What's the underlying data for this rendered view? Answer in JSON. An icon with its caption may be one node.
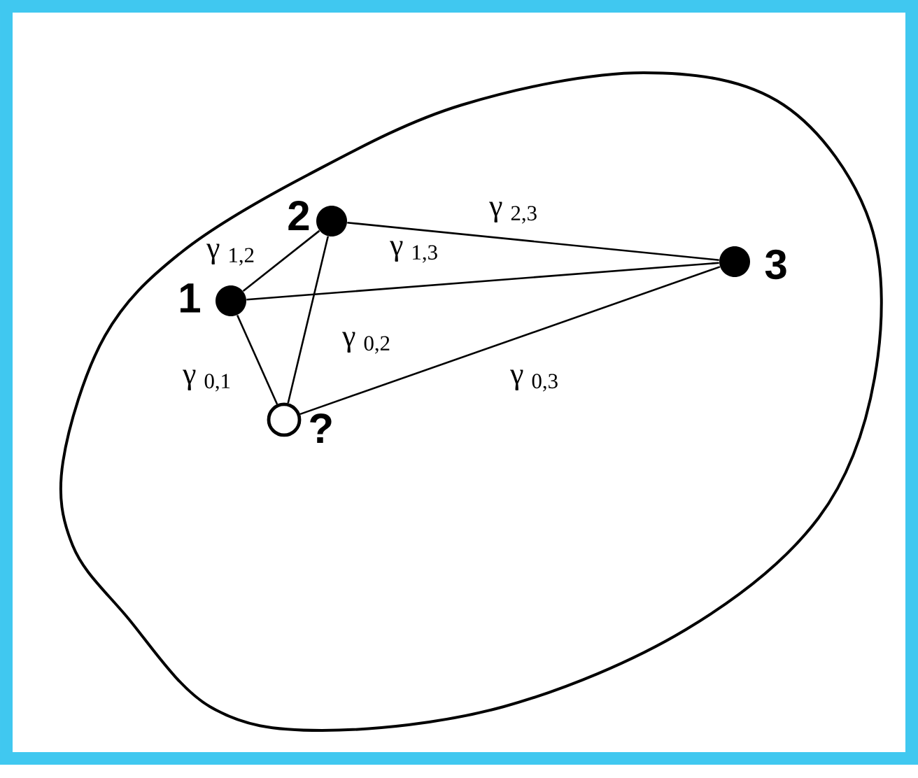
{
  "diagram": {
    "nodes": [
      {
        "text": [],
        "shape": "circle",
        "beside": [
          "2"
        ]
      },
      {
        "text": [],
        "shape": "circle",
        "beside": [
          "3"
        ]
      },
      {
        "text": [],
        "shape": "circle",
        "beside": [
          "1"
        ]
      },
      {
        "text": [],
        "shape": "open-circle",
        "beside": [
          "?"
        ]
      }
    ],
    "edges": [
      {
        "from": 2,
        "to": 0,
        "arrow": "none",
        "label": "γ $_{1,2}$"
      },
      {
        "from": 0,
        "to": 1,
        "arrow": "none",
        "label": "γ $_{2,3}$"
      },
      {
        "from": 2,
        "to": 1,
        "arrow": "none",
        "label": "γ $_{1,3}$"
      },
      {
        "from": 2,
        "to": 3,
        "arrow": "none",
        "label": "γ $_{0,1}$"
      },
      {
        "from": 0,
        "to": 3,
        "arrow": "none",
        "label": "γ $_{0,2}$"
      },
      {
        "from": 1,
        "to": 3,
        "arrow": "none",
        "label": "γ $_{0,3}$"
      }
    ]
  }
}
